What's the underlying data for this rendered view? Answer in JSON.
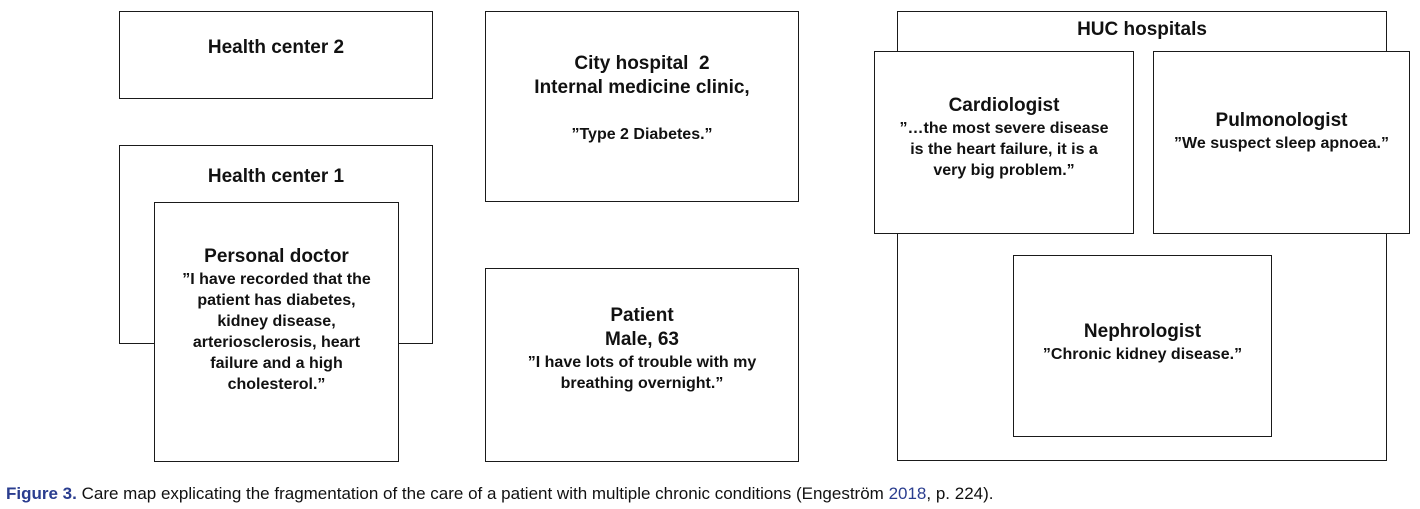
{
  "health_center_2": {
    "title": "Health center 2"
  },
  "health_center_1": {
    "title": "Health center 1"
  },
  "personal_doctor": {
    "title": "Personal doctor",
    "quote_lines": [
      "”I have recorded that the",
      "patient has diabetes,",
      "kidney disease,",
      "arteriosclerosis, heart",
      "failure and a high",
      "cholesterol.”"
    ]
  },
  "city_hospital_2": {
    "title_lines": [
      "City hospital  2",
      "Internal medicine clinic,"
    ],
    "quote": "”Type 2 Diabetes.”"
  },
  "patient": {
    "title_lines": [
      "Patient",
      "Male, 63"
    ],
    "quote_lines": [
      "”I have lots of trouble with my",
      "breathing overnight.”"
    ]
  },
  "huc_hospitals": {
    "title": "HUC hospitals"
  },
  "cardiologist": {
    "title": "Cardiologist",
    "quote_lines": [
      "”…the most severe disease",
      "is the heart failure, it is a",
      "very big problem.”"
    ]
  },
  "pulmonologist": {
    "title": "Pulmonologist",
    "quote": "”We suspect sleep apnoea.”"
  },
  "nephrologist": {
    "title": "Nephrologist",
    "quote": "”Chronic kidney disease.”"
  },
  "caption": {
    "label": "Figure 3.",
    "text_before": " Care map explicating the fragmentation of the care of a patient with multiple chronic conditions (Engeström ",
    "link": "2018",
    "text_after": ", p. 224)."
  }
}
